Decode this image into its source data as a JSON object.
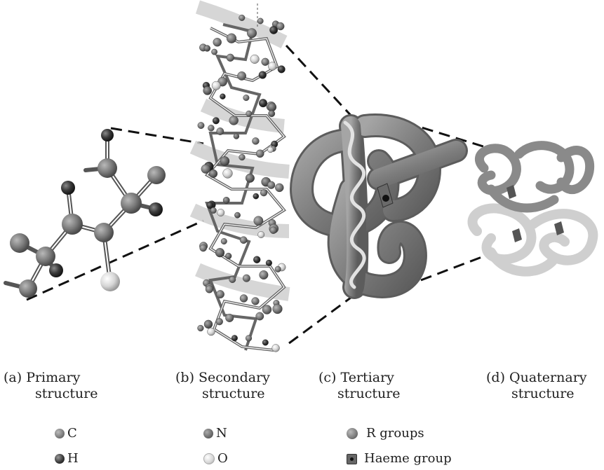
{
  "panels": [
    {
      "id": "a",
      "label_line1": "(a) Primary",
      "label_line2": "structure"
    },
    {
      "id": "b",
      "label_line1": "(b) Secondary",
      "label_line2": "structure"
    },
    {
      "id": "c",
      "label_line1": "(c) Tertiary",
      "label_line2": "structure"
    },
    {
      "id": "d",
      "label_line1": "(d) Quaternary",
      "label_line2": "structure"
    }
  ],
  "legend": {
    "carbon": "C",
    "hydrogen": "H",
    "nitrogen": "N",
    "oxygen": "O",
    "r_groups": "R groups",
    "haeme": "Haeme group"
  },
  "colors": {
    "atom_carbon": "#7a7a7a",
    "atom_hydrogen": "#3a3a3a",
    "atom_nitrogen": "#6a6a6a",
    "atom_oxygen": "#d6d6d6",
    "tube": "#858585",
    "helix_ribbon": "#c8c8c8",
    "quaternary_light": "#cfcfcf"
  }
}
